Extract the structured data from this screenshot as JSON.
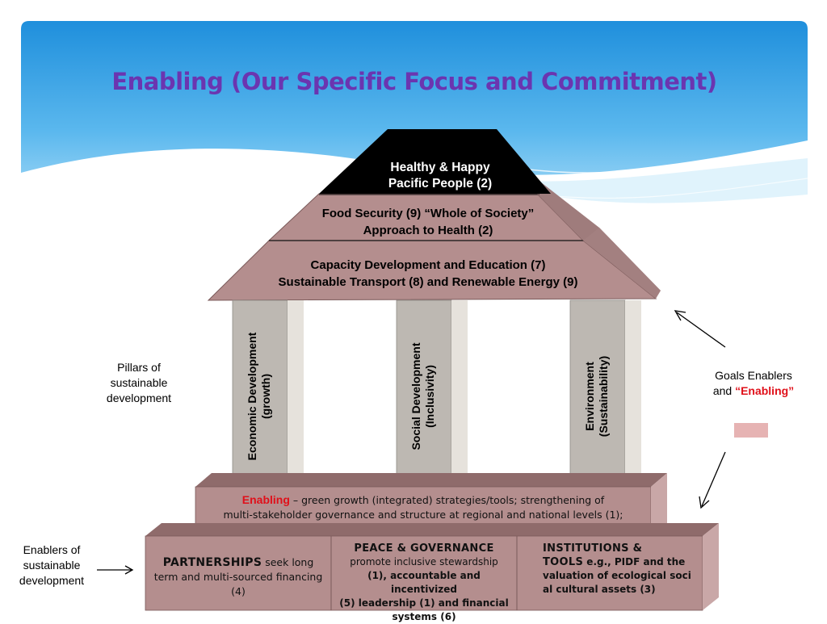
{
  "title": "Enabling (Our Specific Focus and Commitment)",
  "roof": {
    "top_line1": "Healthy & Happy",
    "top_line2": "Pacific People (2)",
    "middle_line1": "Food Security (9) “Whole of Society”",
    "middle_line2": "Approach to Health (2)",
    "bottom_line1": "Capacity Development and Education (7)",
    "bottom_line2": "Sustainable Transport (8) and Renewable Energy (9)"
  },
  "pillars": {
    "economic_line1": "Economic Development",
    "economic_line2": "(growth)",
    "social_line1": "Social Development",
    "social_line2": "(Inclusivity)",
    "environment_line1": "Environment",
    "environment_line2": "(Sustainability)"
  },
  "left_notes": {
    "pillars_line1": "Pillars of",
    "pillars_line2": "sustainable",
    "pillars_line3": "development",
    "enablers_line1": "Enablers of",
    "enablers_line2": "sustainable",
    "enablers_line3": "development"
  },
  "right_note": {
    "line1": "Goals Enablers",
    "line2_prefix": "and ",
    "line2_highlight": "“Enabling”"
  },
  "enabling_band": {
    "keyword": "Enabling",
    "line1_rest": " – green growth (integrated) strategies/tools; strengthening  of",
    "line2": "multi-stakeholder governance and structure at regional and national levels (1);"
  },
  "base": {
    "partnerships_title": "PARTNERSHIPS",
    "partnerships_rest": " seek long term and multi-sourced financing (4)",
    "peace_title": "PEACE & GOVERNANCE",
    "peace_line1": "promote inclusive stewardship",
    "peace_line2": "(1), accountable and incentivized",
    "peace_line3": "(5) leadership (1) and financial",
    "peace_line4": "systems (6)",
    "institutions_title1": "INSTITUTIONS &",
    "institutions_title2": "TOOLS",
    "institutions_line2_rest": "  e.g., PIDF and the",
    "institutions_line3": "valuation of  ecological soci",
    "institutions_line4": "al cultural assets (3)"
  },
  "colors": {
    "title": "#6b35b0",
    "sky": "#2e9be2",
    "mauve": "#b48e8e",
    "mauve_dark": "#8f6b6b",
    "pillar": "#bdb8b2",
    "enabling_red": "#e0101a",
    "legend_swatch": "#e6b3b3"
  }
}
